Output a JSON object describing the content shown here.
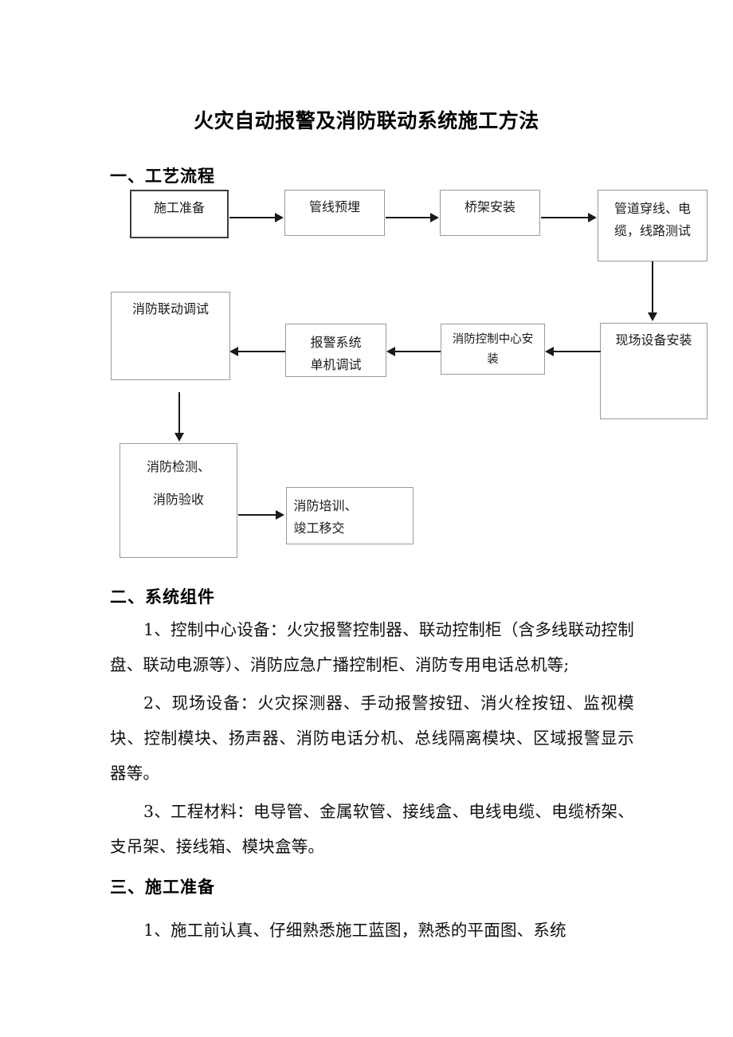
{
  "document": {
    "title": "火灾自动报警及消防联动系统施工方法"
  },
  "sections": [
    {
      "id": "s1",
      "heading": "一、工艺流程"
    },
    {
      "id": "s2",
      "heading": "二、系统组件"
    },
    {
      "id": "s3",
      "heading": "三、施工准备"
    }
  ],
  "flowchart": {
    "nodes": [
      {
        "id": "n1",
        "label": "施工准备"
      },
      {
        "id": "n2",
        "label": "管线预埋"
      },
      {
        "id": "n3",
        "label": "桥架安装"
      },
      {
        "id": "n4",
        "label": "管道穿线、电\n缆，线路测试"
      },
      {
        "id": "n5",
        "label": "现场设备安装"
      },
      {
        "id": "n6",
        "label": "消防控制中心安\n装"
      },
      {
        "id": "n7",
        "label": "报警系统\n单机调试"
      },
      {
        "id": "n8",
        "label": "消防联动调试"
      },
      {
        "id": "n9",
        "label": "消防检测、\n消防验收"
      },
      {
        "id": "n10",
        "label": "消防培训、\n竣工移交"
      }
    ],
    "edges": [
      {
        "from": "n1",
        "to": "n2",
        "direction": "right"
      },
      {
        "from": "n2",
        "to": "n3",
        "direction": "right"
      },
      {
        "from": "n3",
        "to": "n4",
        "direction": "right"
      },
      {
        "from": "n4",
        "to": "n5",
        "direction": "down"
      },
      {
        "from": "n5",
        "to": "n6",
        "direction": "left"
      },
      {
        "from": "n6",
        "to": "n7",
        "direction": "left"
      },
      {
        "from": "n7",
        "to": "n8",
        "direction": "left"
      },
      {
        "from": "n8",
        "to": "n9",
        "direction": "down"
      },
      {
        "from": "n9",
        "to": "n10",
        "direction": "right"
      }
    ]
  },
  "paragraphs": {
    "p1": "1、控制中心设备：火灾报警控制器、联动控制柜（含多线联动控制盘、联动电源等）、消防应急广播控制柜、消防专用电话总机等;",
    "p2": "2、现场设备：火灾探测器、手动报警按钮、消火栓按钮、监视模块、控制模块、扬声器、消防电话分机、总线隔离模块、区域报警显示器等。",
    "p3": "3、工程材料：电导管、金属软管、接线盒、电线电缆、电缆桥架、支吊架、接线箱、模块盒等。",
    "p4": "1、施工前认真、仔细熟悉施工蓝图，熟悉的平面图、系统"
  }
}
